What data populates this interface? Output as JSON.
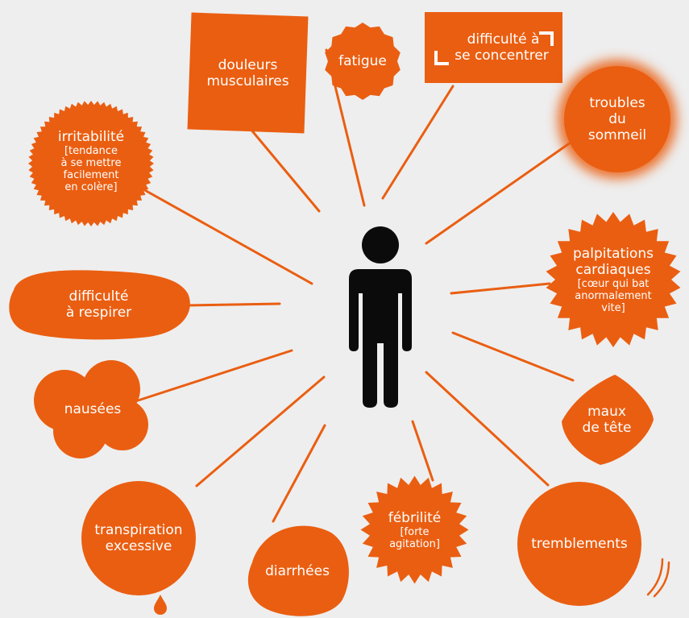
{
  "colors": {
    "accent": "#ea5e11",
    "background": "#eeeeee",
    "figure": "#0b0b0b",
    "text": "#ffffff"
  },
  "center": {
    "icon": "person-icon"
  },
  "symptoms": {
    "douleurs": {
      "line1": "douleurs",
      "line2": "musculaires"
    },
    "fatigue": {
      "line1": "fatigue"
    },
    "concentration": {
      "line1": "difficulté à",
      "line2": "se concentrer"
    },
    "sommeil": {
      "line1": "troubles",
      "line2": "du",
      "line3": "sommeil"
    },
    "irritabilite": {
      "title": "irritabilité",
      "sub1": "[tendance",
      "sub2": "à se mettre",
      "sub3": "facilement",
      "sub4": "en colère]"
    },
    "palpitations": {
      "line1": "palpitations",
      "line2": "cardiaques",
      "sub1": "[cœur qui bat",
      "sub2": "anormalement",
      "sub3": "vite]"
    },
    "respirer": {
      "line1": "difficulté",
      "line2": "à respirer"
    },
    "nausees": {
      "line1": "nausées"
    },
    "maux": {
      "line1": "maux",
      "line2": "de tête"
    },
    "transpiration": {
      "line1": "transpiration",
      "line2": "excessive"
    },
    "diarrhees": {
      "line1": "diarrhées"
    },
    "febrilite": {
      "title": "fébrilité",
      "sub1": "[forte",
      "sub2": "agitation]"
    },
    "tremblements": {
      "line1": "tremblements"
    }
  }
}
